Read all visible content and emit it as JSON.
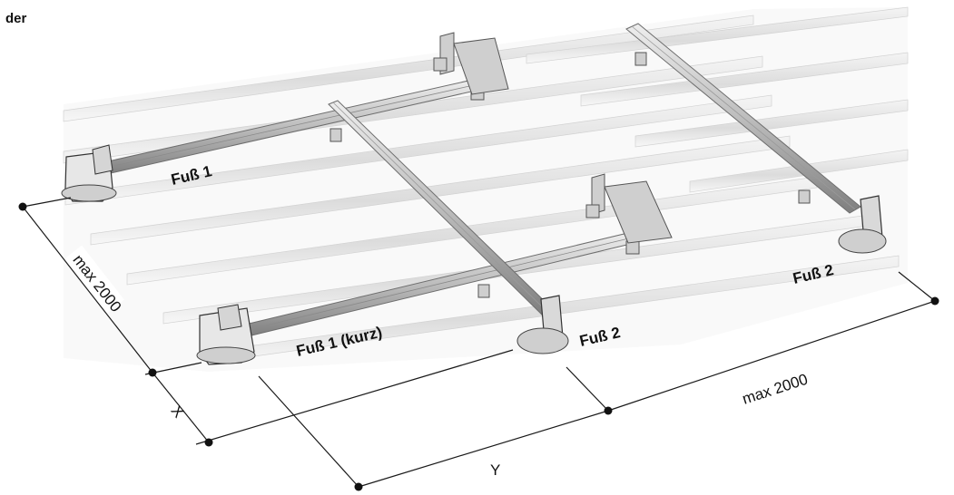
{
  "corner_text": "der",
  "labels": {
    "foot1": "Fuß 1",
    "foot1_short": "Fuß 1 (kurz)",
    "foot2_front": "Fuß 2",
    "foot2_right": "Fuß 2"
  },
  "dimensions": {
    "left": "max 2000",
    "right": "max 2000",
    "x": "X",
    "y": "Y"
  },
  "colors": {
    "roof_stripe": "#e4e4e4",
    "rail": "#bcbcbc",
    "rail_dark": "#7d7d7d",
    "line": "#1a1a1a"
  }
}
